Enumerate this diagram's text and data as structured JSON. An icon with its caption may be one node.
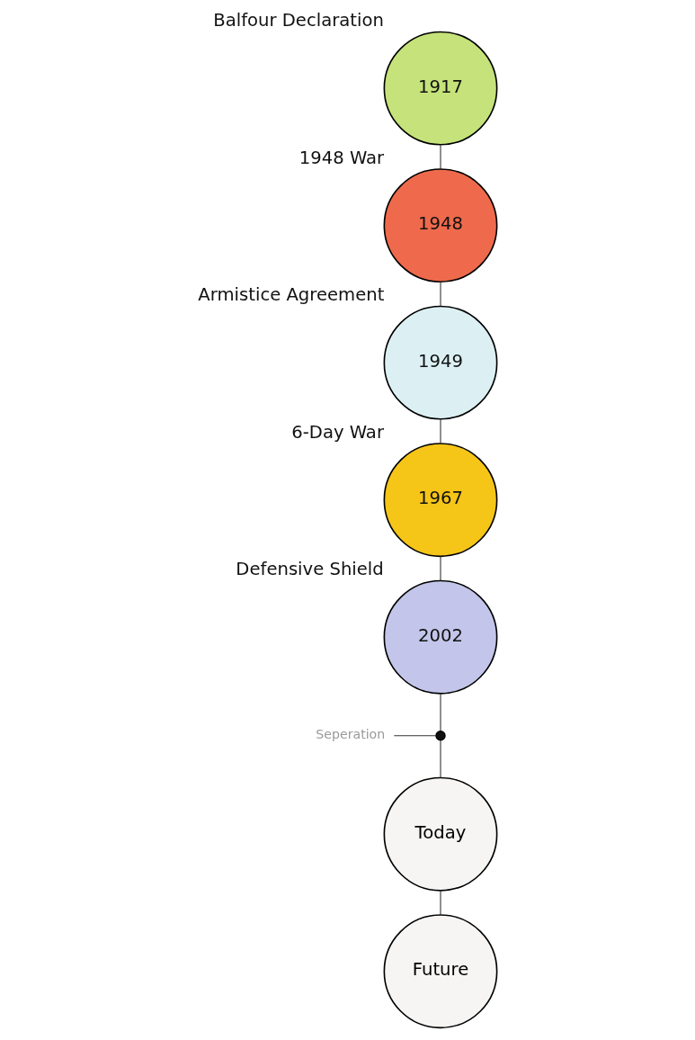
{
  "diagram": {
    "nodes": [
      {
        "text": [
          "1917"
        ],
        "beside": [
          "Balfour Declaration"
        ]
      },
      {
        "text": [
          "1948"
        ],
        "beside": [
          "1948 War"
        ]
      },
      {
        "text": [
          "1949"
        ],
        "beside": [
          "Armistice Agreement"
        ]
      },
      {
        "text": [
          "1967"
        ],
        "beside": [
          "6-Day War"
        ]
      },
      {
        "text": [
          "2002"
        ],
        "beside": [
          "Defensive Shield"
        ]
      },
      {
        "text": [
          "Seperation"
        ]
      },
      {
        "text": [],
        "shape": "circle"
      },
      {
        "text": [
          "Today"
        ]
      },
      {
        "text": [
          "Future"
        ]
      }
    ],
    "edges": [
      {
        "from": 0,
        "to": 1,
        "arrow": "none"
      },
      {
        "from": 1,
        "to": 2,
        "arrow": "none"
      },
      {
        "from": 2,
        "to": 3,
        "arrow": "none"
      },
      {
        "from": 3,
        "to": 4,
        "arrow": "none"
      },
      {
        "from": 4,
        "to": 6,
        "arrow": "none"
      },
      {
        "from": 5,
        "to": 6,
        "arrow": "none"
      },
      {
        "from": 6,
        "to": 7,
        "arrow": "none"
      },
      {
        "from": 7,
        "to": 8,
        "arrow": "none"
      }
    ]
  }
}
